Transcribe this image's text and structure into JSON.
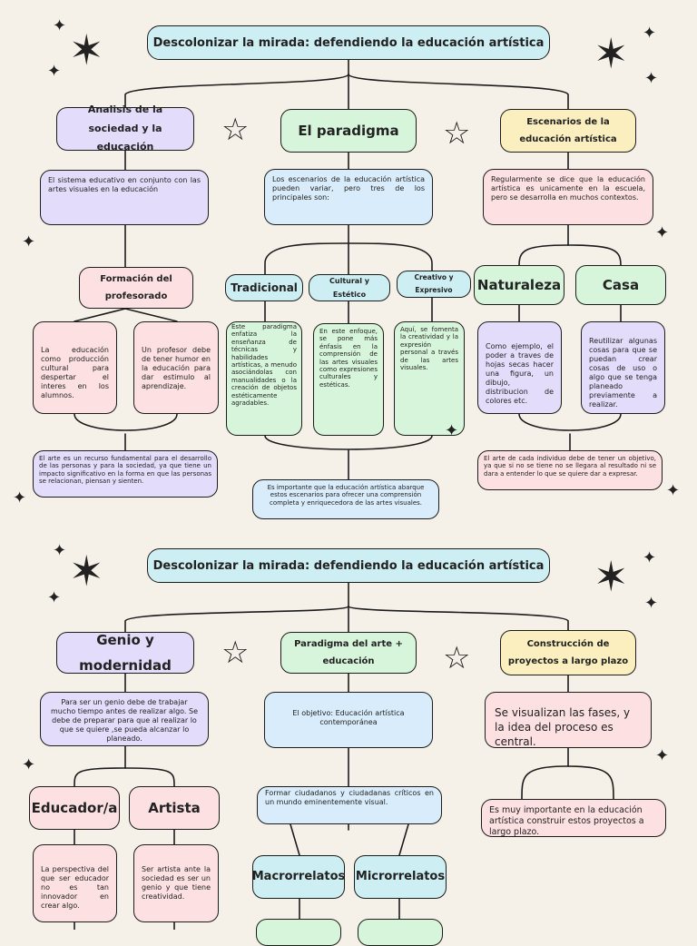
{
  "page1": {
    "title": "Descolonizar la mirada: defendiendo la educación artística",
    "left": {
      "heading": "Analisis de la sociedad y la educación",
      "text": "El sistema educativo en conjunto con las artes visuales en la educación",
      "sub_heading": "Formación del profesorado",
      "sub_left": "La educación como producción cultural para despertar el interes en los alumnos.",
      "sub_right": "Un profesor debe de tener humor en la educación para dar estimulo al aprendizaje.",
      "bottom": "El arte es un recurso fundamental para el desarrollo de las personas y para la sociedad, ya que tiene un impacto significativo en la forma en que las personas se relacionan, piensan y sienten."
    },
    "center": {
      "heading": "El paradigma",
      "text": "Los escenarios de la educación artística pueden variar, pero tres de los principales son:",
      "branches": [
        {
          "label": "Tradicional",
          "text": "Este paradigma enfatiza la enseñanza de técnicas y habilidades artísticas, a menudo asociándolas con manualidades o la creación de objetos estéticamente agradables."
        },
        {
          "label": "Cultural y Estético",
          "text": "En este enfoque, se pone más énfasis en la comprensión de las artes visuales como expresiones culturales y estéticas."
        },
        {
          "label": "Creativo y Expresivo",
          "text": "Aquí, se fomenta la creatividad y la expresión personal a través de las artes visuales."
        }
      ],
      "bottom": "Es importante que la educación artística abarque estos escenarios para ofrecer una comprensión completa y enriquecedora de las artes visuales."
    },
    "right": {
      "heading": "Escenarios de la educación artística",
      "text": "Regularmente se dice que la educación artística es unicamente en la escuela, pero se desarrolla en muchos contextos.",
      "branches": [
        {
          "label": "Naturaleza",
          "text": "Como ejemplo, el poder a traves de hojas secas hacer una figura, un dibujo, distribucion de colores etc."
        },
        {
          "label": "Casa",
          "text": "Reutilizar algunas cosas para que se puedan crear cosas de uso o algo que se tenga planeado previamente a realizar."
        }
      ],
      "bottom": "El arte de cada individuo debe de tener un objetivo, ya que si no se tiene no se llegara al resultado ni se dara a entender lo que se quiere dar a expresar."
    }
  },
  "page2": {
    "title": "Descolonizar la mirada: defendiendo la educación artística",
    "left": {
      "heading": "Genio y modernidad",
      "text": "Para ser un genio debe de trabajar mucho tiempo antes de realizar algo. Se debe de preparar para que al realizar lo que se quiere ,se pueda alcanzar lo planeado.",
      "branches": [
        {
          "label": "Educador/a",
          "text": "La perspectiva del que ser educador no es tan innovador en crear algo."
        },
        {
          "label": "Artista",
          "text": "Ser artista ante la sociedad es ser un genio y que tiene creatividad."
        }
      ]
    },
    "center": {
      "heading": "Paradigma del arte + educación",
      "text": "El objetivo: Educación artística contemporánea",
      "text2": "Formar ciudadanos y ciudadanas críticos en un mundo eminentemente visual.",
      "branches": [
        {
          "label": "Macrorrelatos"
        },
        {
          "label": "Microrrelatos"
        }
      ]
    },
    "right": {
      "heading": "Construcción de proyectos a largo plazo",
      "text": "Se visualizan las fases, y la idea del proceso es central.",
      "text2": "Es muy importante en la educación artística construir estos proyectos a largo plazo."
    }
  }
}
